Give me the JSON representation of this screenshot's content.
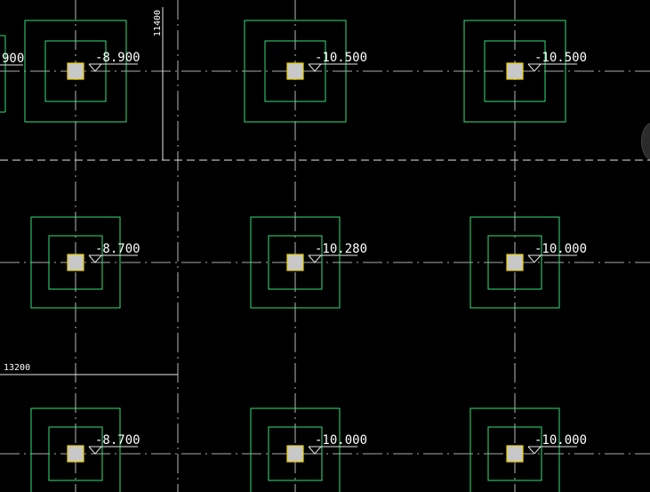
{
  "colors": {
    "background": "#000000",
    "footing": "#33e07a",
    "column_fill": "#c8c8c8",
    "column_edge": "#e8d000",
    "axis": "#e6e6e6",
    "text": "#ffffff"
  },
  "footings": [
    {
      "row": 0,
      "col": 0,
      "elevation": "-8.900"
    },
    {
      "row": 0,
      "col": 1,
      "elevation": "-10.500"
    },
    {
      "row": 0,
      "col": 2,
      "elevation": "-10.500"
    },
    {
      "row": 1,
      "col": 0,
      "elevation": "-8.700"
    },
    {
      "row": 1,
      "col": 1,
      "elevation": "-10.280"
    },
    {
      "row": 1,
      "col": 2,
      "elevation": "-10.000"
    },
    {
      "row": 2,
      "col": 0,
      "elevation": "-8.700"
    },
    {
      "row": 2,
      "col": 1,
      "elevation": "-10.000"
    },
    {
      "row": 2,
      "col": 2,
      "elevation": "-10.000"
    }
  ],
  "partial_label": "900",
  "dimensions": {
    "vertical": "11400",
    "horizontal": "13200"
  }
}
